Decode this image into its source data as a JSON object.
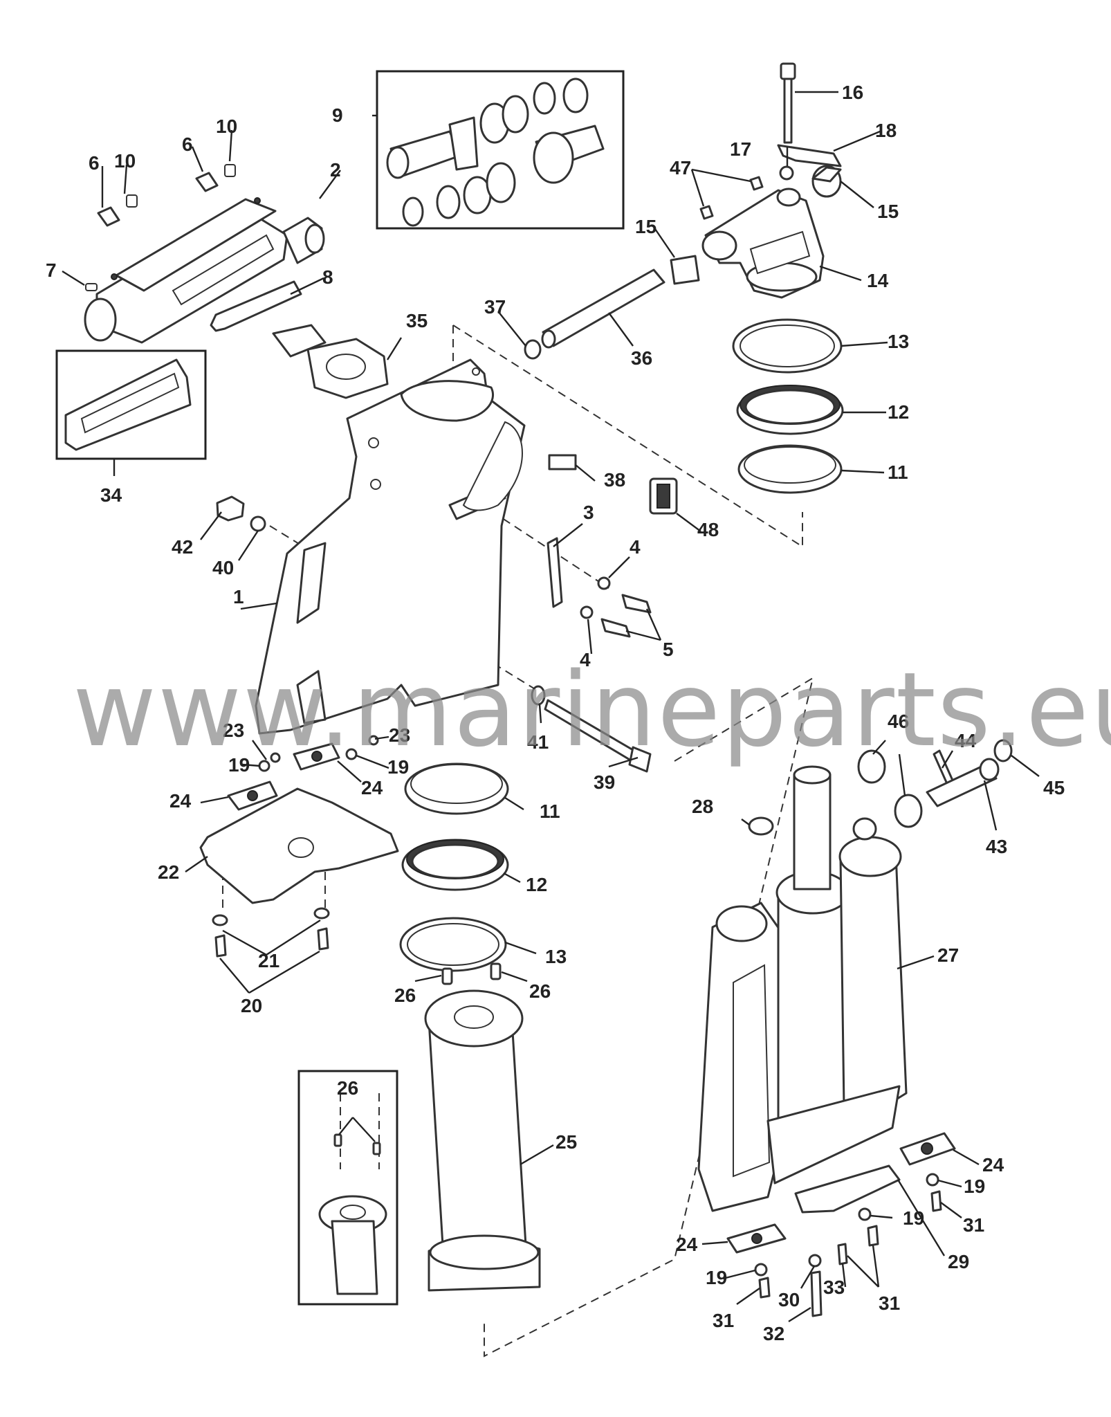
{
  "watermark": "www.marineparts.eu",
  "callouts": [
    {
      "id": "c1",
      "label": "1"
    },
    {
      "id": "c2",
      "label": "2"
    },
    {
      "id": "c3",
      "label": "3"
    },
    {
      "id": "c4a",
      "label": "4"
    },
    {
      "id": "c4b",
      "label": "4"
    },
    {
      "id": "c5",
      "label": "5"
    },
    {
      "id": "c6a",
      "label": "6"
    },
    {
      "id": "c6b",
      "label": "6"
    },
    {
      "id": "c7",
      "label": "7"
    },
    {
      "id": "c8",
      "label": "8"
    },
    {
      "id": "c9",
      "label": "9"
    },
    {
      "id": "c10a",
      "label": "10"
    },
    {
      "id": "c10b",
      "label": "10"
    },
    {
      "id": "c11a",
      "label": "11"
    },
    {
      "id": "c11b",
      "label": "11"
    },
    {
      "id": "c12a",
      "label": "12"
    },
    {
      "id": "c12b",
      "label": "12"
    },
    {
      "id": "c13a",
      "label": "13"
    },
    {
      "id": "c13b",
      "label": "13"
    },
    {
      "id": "c14",
      "label": "14"
    },
    {
      "id": "c15a",
      "label": "15"
    },
    {
      "id": "c15b",
      "label": "15"
    },
    {
      "id": "c16",
      "label": "16"
    },
    {
      "id": "c17",
      "label": "17"
    },
    {
      "id": "c18",
      "label": "18"
    },
    {
      "id": "c19a",
      "label": "19"
    },
    {
      "id": "c19b",
      "label": "19"
    },
    {
      "id": "c19c",
      "label": "19"
    },
    {
      "id": "c19d",
      "label": "19"
    },
    {
      "id": "c19e",
      "label": "19"
    },
    {
      "id": "c20",
      "label": "20"
    },
    {
      "id": "c21",
      "label": "21"
    },
    {
      "id": "c22",
      "label": "22"
    },
    {
      "id": "c23a",
      "label": "23"
    },
    {
      "id": "c23b",
      "label": "23"
    },
    {
      "id": "c24a",
      "label": "24"
    },
    {
      "id": "c24b",
      "label": "24"
    },
    {
      "id": "c24c",
      "label": "24"
    },
    {
      "id": "c24d",
      "label": "24"
    },
    {
      "id": "c25",
      "label": "25"
    },
    {
      "id": "c26a",
      "label": "26"
    },
    {
      "id": "c26b",
      "label": "26"
    },
    {
      "id": "c26c",
      "label": "26"
    },
    {
      "id": "c27",
      "label": "27"
    },
    {
      "id": "c28",
      "label": "28"
    },
    {
      "id": "c29",
      "label": "29"
    },
    {
      "id": "c30",
      "label": "30"
    },
    {
      "id": "c31a",
      "label": "31"
    },
    {
      "id": "c31b",
      "label": "31"
    },
    {
      "id": "c31c",
      "label": "31"
    },
    {
      "id": "c32",
      "label": "32"
    },
    {
      "id": "c33",
      "label": "33"
    },
    {
      "id": "c34",
      "label": "34"
    },
    {
      "id": "c35",
      "label": "35"
    },
    {
      "id": "c36",
      "label": "36"
    },
    {
      "id": "c37",
      "label": "37"
    },
    {
      "id": "c38",
      "label": "38"
    },
    {
      "id": "c39",
      "label": "39"
    },
    {
      "id": "c40",
      "label": "40"
    },
    {
      "id": "c41",
      "label": "41"
    },
    {
      "id": "c42",
      "label": "42"
    },
    {
      "id": "c43",
      "label": "43"
    },
    {
      "id": "c44",
      "label": "44"
    },
    {
      "id": "c45",
      "label": "45"
    },
    {
      "id": "c46",
      "label": "46"
    },
    {
      "id": "c47",
      "label": "47"
    },
    {
      "id": "c48",
      "label": "48"
    }
  ]
}
